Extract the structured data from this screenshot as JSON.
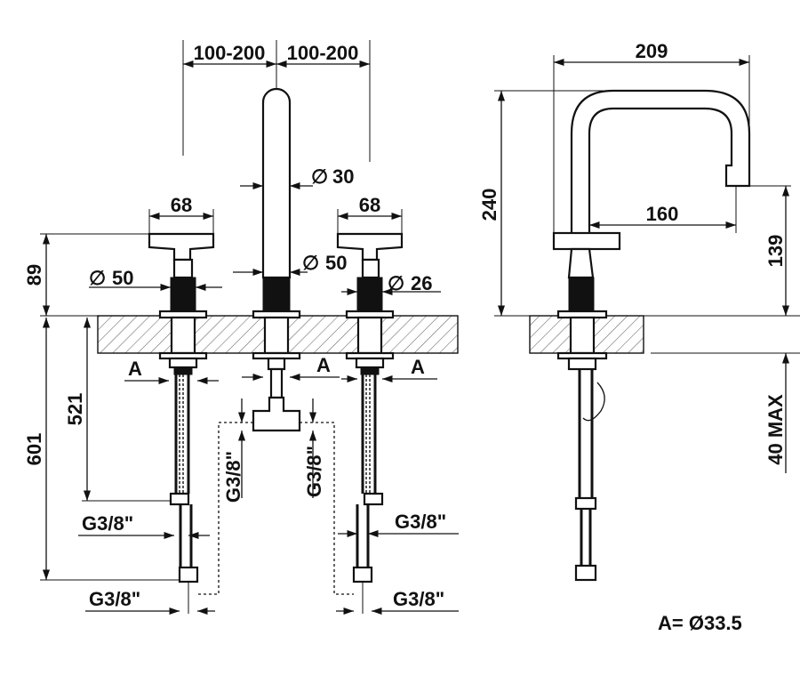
{
  "front_view": {
    "spacing_left": "100-200",
    "spacing_right": "100-200",
    "spout_diameter": "30",
    "spout_base_diameter": "50",
    "handle_width_left": "68",
    "handle_width_right": "68",
    "handle_base_diameter": "50",
    "stem_diameter": "26",
    "handle_height": "89",
    "hose_total_length": "601",
    "hose_length": "521",
    "hole_label": "A",
    "connection_thread": "G3/8\""
  },
  "side_view": {
    "spout_reach": "209",
    "spout_projection": "160",
    "total_height": "240",
    "spout_outlet_height": "139",
    "deck_thickness_max": "40 MAX"
  },
  "legend": {
    "note": "A= Ø33.5"
  },
  "symbols": {
    "diameter": "∅"
  },
  "colors": {
    "line": "#111111",
    "background": "#ffffff"
  }
}
